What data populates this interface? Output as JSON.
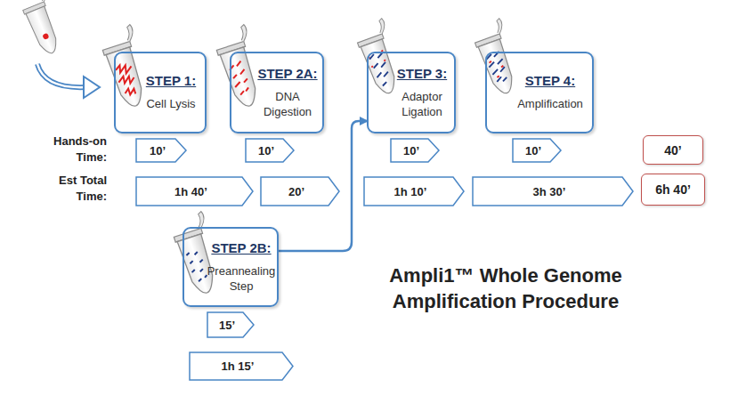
{
  "diagram": {
    "title": "Ampli1™ Whole Genome Amplification Procedure",
    "nodes": [
      {
        "text": [
          "STEP 1:",
          "Cell Lysis"
        ]
      },
      {
        "text": [
          "STEP 2A:",
          "DNA Digestion"
        ]
      },
      {
        "text": [
          "STEP 3:",
          "Adaptor Ligation"
        ]
      },
      {
        "text": [
          "STEP 4:",
          "Amplification"
        ]
      },
      {
        "text": [
          "10’"
        ]
      },
      {
        "text": [
          "10’"
        ]
      },
      {
        "text": [
          "10’"
        ]
      },
      {
        "text": [
          "10’"
        ]
      },
      {
        "text": [
          "40’"
        ]
      },
      {
        "text": [
          "1h 40’"
        ]
      },
      {
        "text": [
          "20’"
        ]
      },
      {
        "text": [
          "1h 10’"
        ]
      },
      {
        "text": [
          "3h 30’"
        ]
      },
      {
        "text": [
          "6h 40’"
        ]
      },
      {
        "text": [
          "STEP 2B:",
          "Preannealing Step"
        ]
      },
      {
        "text": [
          "15’"
        ]
      },
      {
        "text": [
          "1h 15’"
        ]
      }
    ],
    "edges": [
      {
        "from": 14,
        "to": 2,
        "arrow": "to"
      }
    ],
    "labels": [
      "Hands-on Time:",
      "Est Total Time:"
    ]
  }
}
